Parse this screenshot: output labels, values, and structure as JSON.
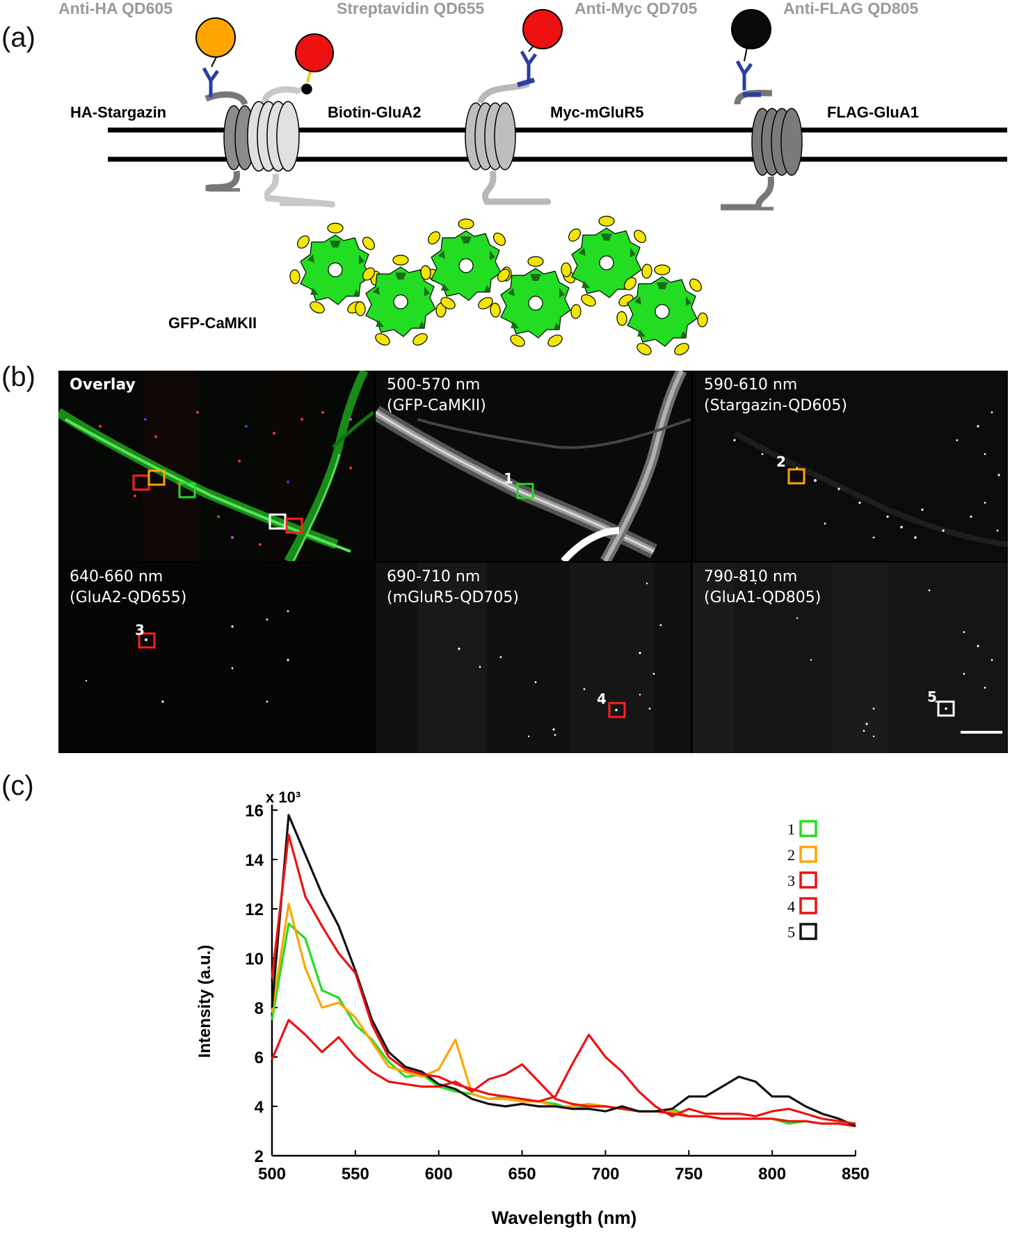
{
  "panel_a": {
    "letter": "(a)",
    "qd_labels": [
      "Anti-HA QD605",
      "Streptavidin QD655",
      "Anti-Myc QD705",
      "Anti-FLAG QD805"
    ],
    "receptor_labels": [
      "HA-Stargazin",
      "Biotin-GluA2",
      "Myc-mGluR5",
      "FLAG-GluA1"
    ],
    "camkii_label": "GFP-CaMKII",
    "colors": {
      "qd605": "#FFA500",
      "qd655": "#EE1111",
      "qd705": "#EE1111",
      "qd805": "#0A0A0A",
      "antibody": "#2B3FA0",
      "camkii": "#22DD22",
      "camkii_dark": "#1A6A1A",
      "camkii_cap": "#F2E600"
    }
  },
  "panel_b": {
    "letter": "(b)",
    "tiles": [
      {
        "line1": "Overlay",
        "line2": ""
      },
      {
        "line1": "500-570 nm",
        "line2": "(GFP-CaMKII)"
      },
      {
        "line1": "590-610 nm",
        "line2": "(Stargazin-QD605)"
      },
      {
        "line1": "640-660 nm",
        "line2": "(GluA2-QD655)"
      },
      {
        "line1": "690-710 nm",
        "line2": "(mGluR5-QD705)"
      },
      {
        "line1": "790-810 nm",
        "line2": "(GluA1-QD805)"
      }
    ],
    "roi_numbers": [
      "1",
      "2",
      "3",
      "4",
      "5"
    ]
  },
  "panel_c": {
    "letter": "(c)",
    "legend": [
      "1",
      "2",
      "3",
      "4",
      "5"
    ]
  },
  "chart_data": {
    "type": "line",
    "xlabel": "Wavelength (nm)",
    "ylabel": "Intensity (a.u.)",
    "y_multiplier": "x 10³",
    "xlim": [
      500,
      850
    ],
    "ylim": [
      2,
      16
    ],
    "xticks": [
      500,
      550,
      600,
      650,
      700,
      750,
      800,
      850
    ],
    "yticks": [
      2,
      4,
      6,
      8,
      10,
      12,
      14,
      16
    ],
    "x": [
      500,
      510,
      520,
      530,
      540,
      550,
      560,
      570,
      580,
      590,
      600,
      610,
      620,
      630,
      640,
      650,
      660,
      670,
      680,
      690,
      700,
      710,
      720,
      730,
      740,
      750,
      760,
      770,
      780,
      790,
      800,
      810,
      820,
      830,
      840,
      850
    ],
    "series": [
      {
        "name": "1",
        "color": "#22DD22",
        "values": [
          7.5,
          11.4,
          10.8,
          8.7,
          8.4,
          7.3,
          6.7,
          5.8,
          5.2,
          5.3,
          4.8,
          4.6,
          4.5,
          4.3,
          4.4,
          4.3,
          4.2,
          4.1,
          3.9,
          4.0,
          4.0,
          3.9,
          3.8,
          3.8,
          3.9,
          3.6,
          3.6,
          3.5,
          3.5,
          3.5,
          3.5,
          3.3,
          3.4,
          3.3,
          3.3,
          3.2
        ]
      },
      {
        "name": "2",
        "color": "#FFA500",
        "values": [
          7.8,
          12.2,
          9.6,
          8.0,
          8.2,
          7.6,
          6.6,
          5.6,
          5.4,
          5.2,
          5.5,
          6.7,
          4.5,
          4.3,
          4.3,
          4.2,
          4.2,
          4.0,
          4.0,
          4.1,
          4.0,
          3.9,
          3.8,
          3.8,
          3.8,
          3.6,
          3.6,
          3.5,
          3.5,
          3.5,
          3.5,
          3.4,
          3.4,
          3.3,
          3.3,
          3.2
        ]
      },
      {
        "name": "3",
        "color": "#EE1111",
        "values": [
          5.9,
          7.5,
          6.9,
          6.2,
          6.8,
          6.0,
          5.4,
          5.0,
          4.9,
          4.8,
          4.8,
          5.0,
          4.6,
          5.1,
          5.3,
          5.7,
          5.0,
          4.3,
          4.1,
          4.0,
          4.0,
          3.9,
          3.8,
          3.8,
          3.7,
          3.6,
          3.6,
          3.5,
          3.5,
          3.5,
          3.5,
          3.4,
          3.4,
          3.3,
          3.3,
          3.2
        ]
      },
      {
        "name": "4",
        "color": "#EE1111",
        "values": [
          9.2,
          15.0,
          12.5,
          11.3,
          10.2,
          9.4,
          7.3,
          6.0,
          5.5,
          5.3,
          5.2,
          4.9,
          4.7,
          4.5,
          4.4,
          4.3,
          4.2,
          4.4,
          5.7,
          6.9,
          6.0,
          5.4,
          4.6,
          4.0,
          3.6,
          3.9,
          3.7,
          3.7,
          3.7,
          3.6,
          3.8,
          3.9,
          3.7,
          3.5,
          3.4,
          3.3
        ]
      },
      {
        "name": "5",
        "color": "#111111",
        "values": [
          8.0,
          15.8,
          14.2,
          12.6,
          11.3,
          9.5,
          7.5,
          6.2,
          5.6,
          5.4,
          4.9,
          4.7,
          4.3,
          4.1,
          4.0,
          4.1,
          4.0,
          4.0,
          3.9,
          3.9,
          3.8,
          4.0,
          3.8,
          3.8,
          3.9,
          4.4,
          4.4,
          4.8,
          5.2,
          5.0,
          4.4,
          4.4,
          4.0,
          3.7,
          3.5,
          3.2
        ]
      }
    ]
  }
}
